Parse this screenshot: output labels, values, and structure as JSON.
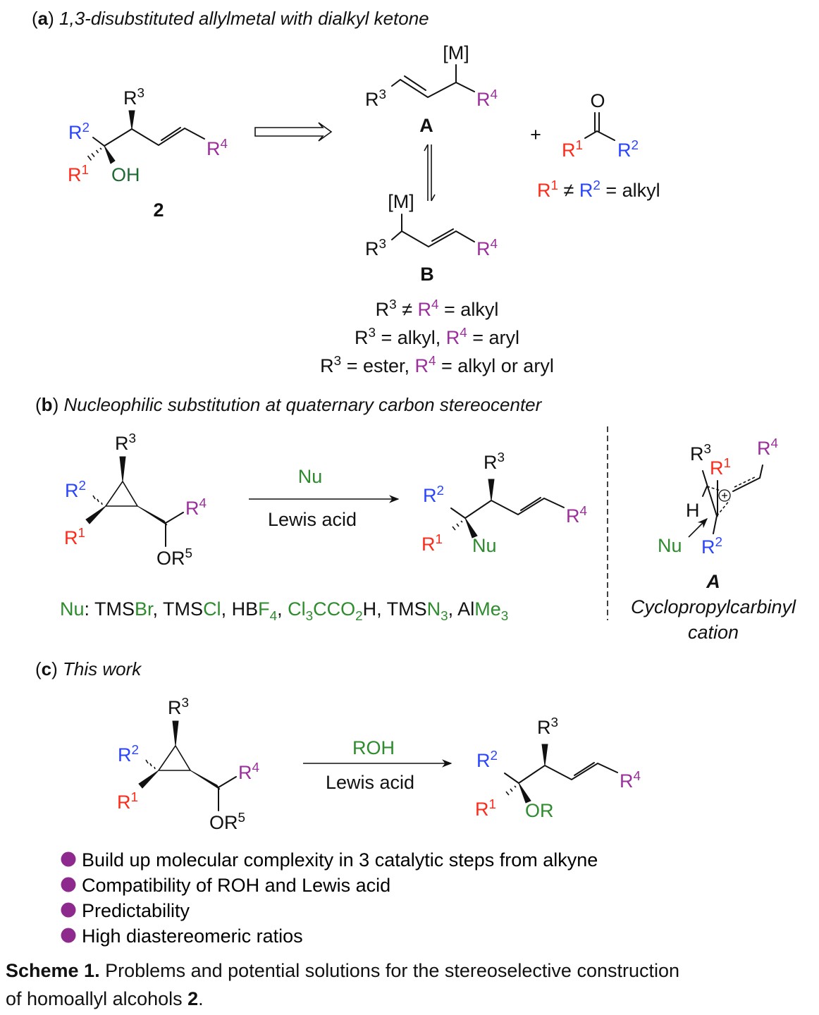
{
  "colors": {
    "black": "#111111",
    "red": "#ff2a1a",
    "blue": "#2a44ff",
    "purple": "#9b2f9b",
    "green": "#2e8b2e",
    "darkgreen": "#1f6b33",
    "bullet": "#8e2a8e"
  },
  "groups": {
    "R1": [
      [
        "R",
        "",
        "red"
      ],
      [
        "1",
        "sup",
        "red"
      ]
    ],
    "R2": [
      [
        "R",
        "",
        "blue"
      ],
      [
        "2",
        "sup",
        "blue"
      ]
    ],
    "R3": [
      [
        "R",
        ""
      ],
      [
        "3",
        "sup"
      ]
    ],
    "R4": [
      [
        "R",
        "",
        "purple"
      ],
      [
        "4",
        "sup",
        "purple"
      ]
    ],
    "OR5": [
      [
        "OR",
        ""
      ],
      [
        "5",
        "sup"
      ]
    ],
    "OH": [
      [
        "OH",
        "",
        "darkgreen"
      ]
    ],
    "Nu": [
      [
        "Nu",
        "",
        "green"
      ]
    ],
    "OR": [
      [
        "OR",
        "",
        "green"
      ]
    ],
    "M": [
      [
        "[M]",
        ""
      ]
    ],
    "O": [
      [
        "O",
        ""
      ]
    ],
    "H": [
      [
        "H",
        ""
      ]
    ]
  },
  "part_a": {
    "title": [
      [
        "(",
        ""
      ],
      [
        "a",
        "b"
      ],
      [
        ") ",
        ""
      ],
      [
        "1,3-disubstituted allylmetal with dialkyl ketone",
        "i"
      ]
    ],
    "compound_label": [
      [
        "2",
        "b"
      ]
    ],
    "A_label": [
      [
        "A",
        "b"
      ]
    ],
    "B_label": [
      [
        "B",
        "b"
      ]
    ],
    "plus": [
      [
        "+",
        ""
      ]
    ],
    "ketone_condition": [
      [
        "R",
        "",
        "red"
      ],
      [
        "1",
        "sup",
        "red"
      ],
      [
        " ≠ ",
        ""
      ],
      [
        "R",
        "",
        "blue"
      ],
      [
        "2",
        "sup",
        "blue"
      ],
      [
        " = alkyl",
        ""
      ]
    ],
    "conditions": [
      [
        [
          "R",
          ""
        ],
        [
          "3",
          "sup"
        ],
        [
          " ≠ ",
          ""
        ],
        [
          "R",
          "",
          "purple"
        ],
        [
          "4",
          "sup",
          "purple"
        ],
        [
          " = alkyl",
          ""
        ]
      ],
      [
        [
          "R",
          ""
        ],
        [
          "3",
          "sup"
        ],
        [
          " = alkyl, ",
          ""
        ],
        [
          "R",
          "",
          "purple"
        ],
        [
          "4",
          "sup",
          "purple"
        ],
        [
          " = aryl",
          ""
        ]
      ],
      [
        [
          "R",
          ""
        ],
        [
          "3",
          "sup"
        ],
        [
          " = ester, ",
          ""
        ],
        [
          "R",
          "",
          "purple"
        ],
        [
          "4",
          "sup",
          "purple"
        ],
        [
          " = alkyl or aryl",
          ""
        ]
      ]
    ]
  },
  "part_b": {
    "title": [
      [
        "(",
        ""
      ],
      [
        "b",
        "b"
      ],
      [
        ") ",
        ""
      ],
      [
        "Nucleophilic substitution at quaternary carbon stereocenter",
        "i"
      ]
    ],
    "reagent": [
      [
        "Nu",
        "",
        "green"
      ]
    ],
    "conditions": [
      [
        "Lewis acid",
        ""
      ]
    ],
    "nucleophiles": [
      [
        "Nu",
        "",
        "green"
      ],
      [
        ": TMS",
        ""
      ],
      [
        "Br",
        "",
        "green"
      ],
      [
        ", TMS",
        ""
      ],
      [
        "Cl",
        "",
        "green"
      ],
      [
        ", HB",
        ""
      ],
      [
        "F",
        "",
        "green"
      ],
      [
        "4",
        "sub",
        "green"
      ],
      [
        ", ",
        ""
      ],
      [
        "Cl",
        "",
        "green"
      ],
      [
        "3",
        "sub",
        "green"
      ],
      [
        "CCO",
        "",
        "green"
      ],
      [
        "2",
        "sub",
        "green"
      ],
      [
        "H",
        ""
      ],
      [
        ", TMS",
        ""
      ],
      [
        "N",
        "",
        "green"
      ],
      [
        "3",
        "sub",
        "green"
      ],
      [
        ", Al",
        ""
      ],
      [
        "Me",
        "",
        "green"
      ],
      [
        "3",
        "sub",
        "green"
      ]
    ],
    "cation_label": [
      [
        "A",
        "bi"
      ]
    ],
    "cation_caption_1": [
      [
        "Cyclopropylcarbinyl",
        "i"
      ]
    ],
    "cation_caption_2": [
      [
        "cation",
        "i"
      ]
    ]
  },
  "part_c": {
    "title": [
      [
        "(",
        ""
      ],
      [
        "c",
        "b"
      ],
      [
        ") ",
        ""
      ],
      [
        "This work",
        "i"
      ]
    ],
    "reagent": [
      [
        "ROH",
        "",
        "green"
      ]
    ],
    "conditions": [
      [
        "Lewis acid",
        ""
      ]
    ],
    "bullets": [
      "Build up molecular complexity in 3 catalytic steps from alkyne",
      "Compatibility of ROH and Lewis acid",
      "Predictability",
      "High diastereomeric ratios"
    ]
  },
  "caption": {
    "line1": [
      [
        "Scheme 1.",
        "b"
      ],
      [
        " Problems and potential solutions for the stereoselective construction",
        ""
      ]
    ],
    "line2": [
      [
        "of homoallyl alcohols ",
        ""
      ],
      [
        "2",
        "b"
      ],
      [
        ".",
        ""
      ]
    ]
  }
}
